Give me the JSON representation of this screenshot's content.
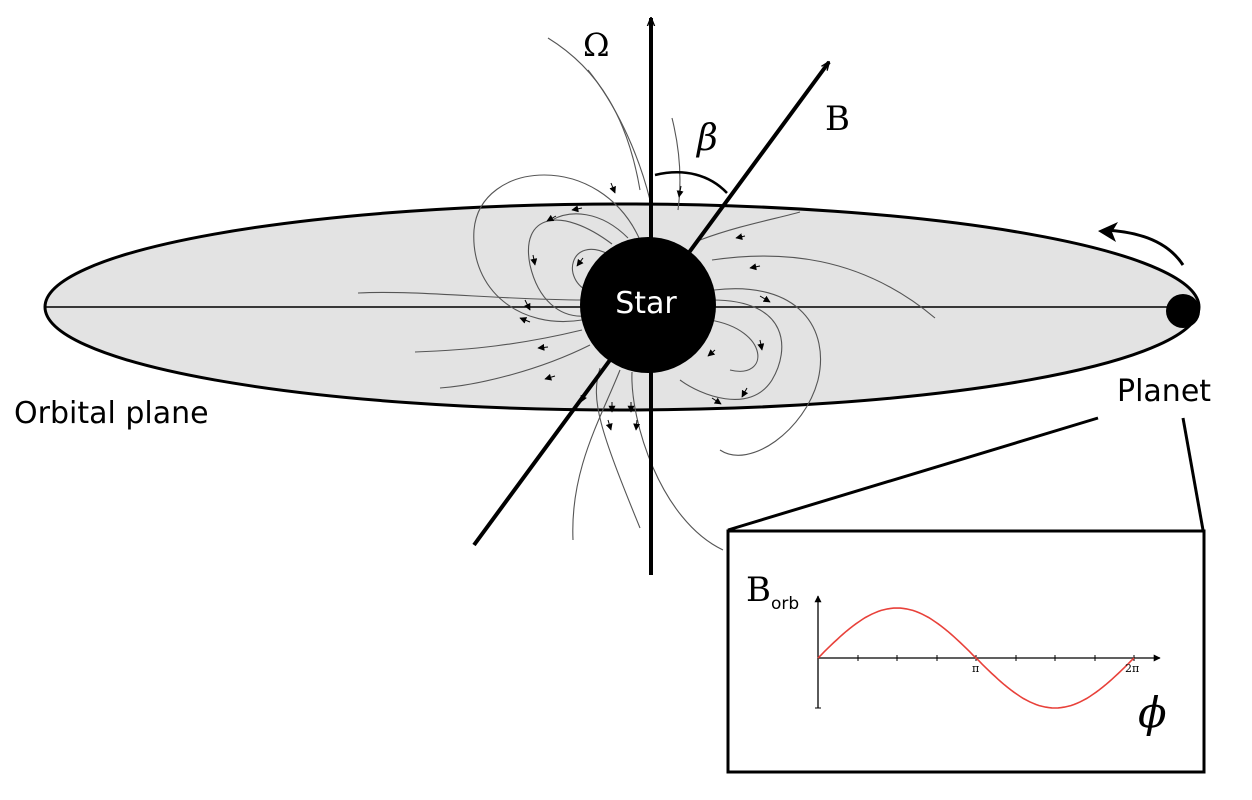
{
  "labels": {
    "omega": "Ω",
    "beta": "β",
    "b_field": "B",
    "star": "Star",
    "orbital_plane": "Orbital plane",
    "planet": "Planet"
  },
  "inset": {
    "y_label_main": "B",
    "y_label_sub": "orb",
    "x_label": "ϕ",
    "tick_pi": "π",
    "tick_2pi": "2π",
    "curve": "sine",
    "curve_color": "#e8413a"
  },
  "colors": {
    "disk_fill": "#e3e3e3",
    "star_fill": "#000000",
    "field_line": "#555555",
    "ink": "#000000"
  }
}
